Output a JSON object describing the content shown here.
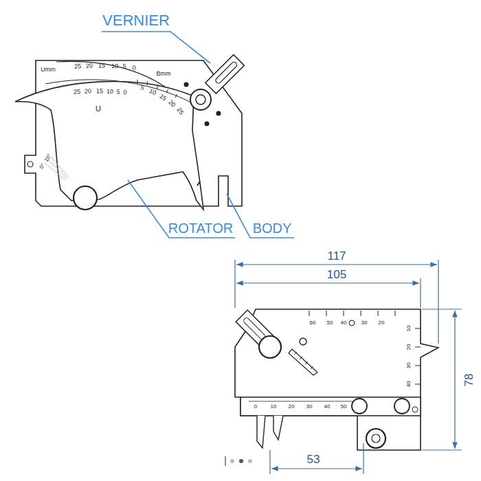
{
  "diagram": {
    "labels": [
      "VERNIER",
      "Umm",
      "25",
      "20",
      "15",
      "10",
      "5",
      "0",
      "Bmm",
      "5",
      "10",
      "15",
      "20",
      "25",
      "25",
      "20",
      "15",
      "10",
      "5",
      "0",
      "U",
      "0°",
      "10°",
      "ROTATOR",
      "BODY",
      "117",
      "105",
      "78",
      "53",
      "60",
      "50",
      "40",
      "30",
      "20",
      "10",
      "20",
      "30",
      "40",
      "0",
      "10",
      "20",
      "30",
      "40",
      "50"
    ]
  }
}
